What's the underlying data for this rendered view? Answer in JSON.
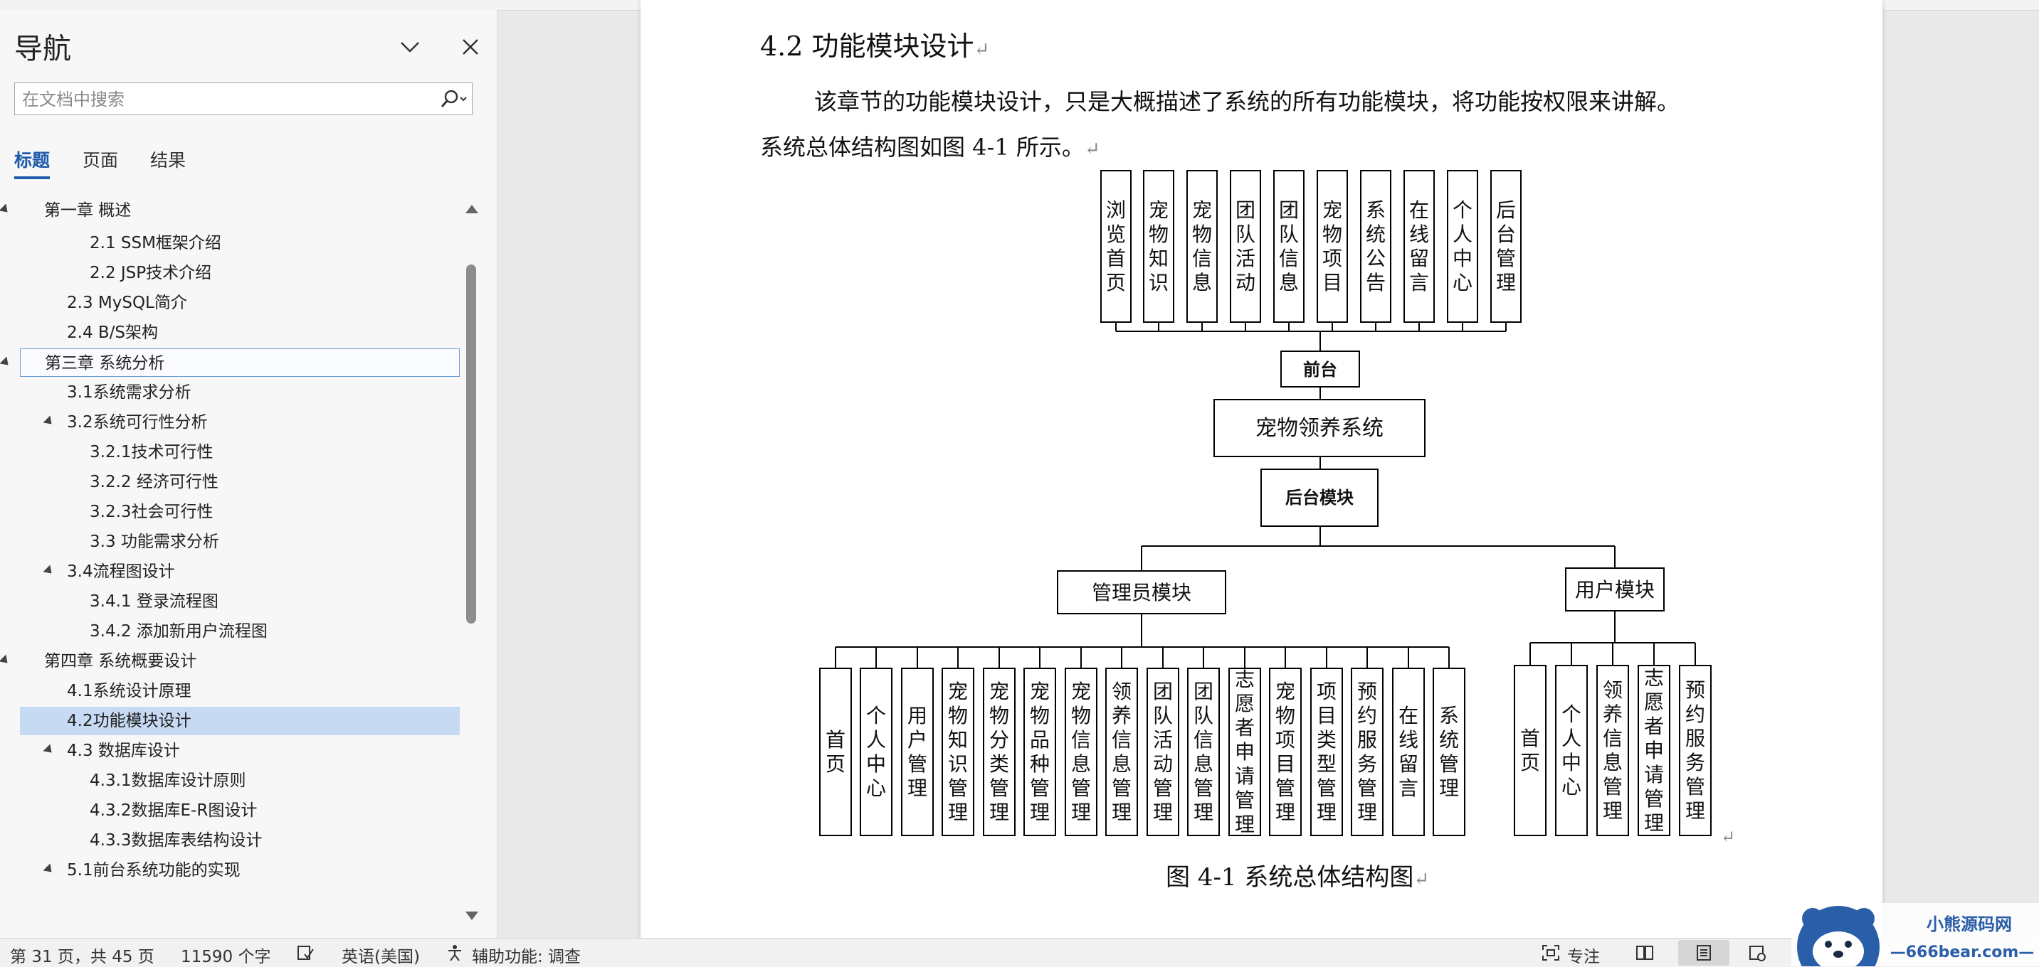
{
  "navigation": {
    "title": "导航",
    "search_placeholder": "在文档中搜索",
    "tabs": [
      "标题",
      "页面",
      "结果"
    ],
    "tree": [
      {
        "label": "第一章 概述",
        "level": 0,
        "expanded": true
      },
      {
        "label": "2.1 SSM框架介绍",
        "level": 2
      },
      {
        "label": "2.2 JSP技术介绍",
        "level": 2
      },
      {
        "label": "2.3 MySQL简介",
        "level": 1
      },
      {
        "label": "2.4 B/S架构",
        "level": 1
      },
      {
        "label": "第三章 系统分析",
        "level": 0,
        "expanded": true,
        "state": "outlined"
      },
      {
        "label": "3.1系统需求分析",
        "level": 1
      },
      {
        "label": "3.2系统可行性分析",
        "level": 1,
        "expanded": true
      },
      {
        "label": "3.2.1技术可行性",
        "level": 2
      },
      {
        "label": "3.2.2 经济可行性",
        "level": 2
      },
      {
        "label": "3.2.3社会可行性",
        "level": 2
      },
      {
        "label": "3.3 功能需求分析",
        "level": 2
      },
      {
        "label": "3.4流程图设计",
        "level": 1,
        "expanded": true
      },
      {
        "label": "3.4.1 登录流程图",
        "level": 2
      },
      {
        "label": "3.4.2 添加新用户流程图",
        "level": 2
      },
      {
        "label": "第四章 系统概要设计",
        "level": 0,
        "expanded": true
      },
      {
        "label": "4.1系统设计原理",
        "level": 1
      },
      {
        "label": "4.2功能模块设计",
        "level": 1,
        "state": "selected"
      },
      {
        "label": "4.3 数据库设计",
        "level": 1,
        "expanded": true
      },
      {
        "label": "4.3.1数据库设计原则",
        "level": 2
      },
      {
        "label": "4.3.2数据库E-R图设计",
        "level": 2
      },
      {
        "label": "4.3.3数据库表结构设计",
        "level": 2
      },
      {
        "label": "5.1前台系统功能的实现",
        "level": 1,
        "expanded": true
      }
    ]
  },
  "document": {
    "heading": "4.2 功能模块设计",
    "paragraph_line1": "该章节的功能模块设计，只是大概描述了系统的所有功能模块，将功能按权限来讲解。",
    "paragraph_line2": "系统总体结构图如图 4-1 所示。",
    "caption": "图 4-1  系统总体结构图"
  },
  "diagram": {
    "root": "宠物领养系统",
    "frontend_label": "前台",
    "backend_label": "后台模块",
    "frontend_modules": [
      "浏览首页",
      "宠物知识",
      "宠物信息",
      "团队活动",
      "团队信息",
      "宠物项目",
      "系统公告",
      "在线留言",
      "个人中心",
      "后台管理"
    ],
    "admin_module": "管理员模块",
    "user_module": "用户模块",
    "admin_functions": [
      "首页",
      "个人中心",
      "用户管理",
      "宠物知识管理",
      "宠物分类管理",
      "宠物品种管理",
      "宠物信息管理",
      "领养信息管理",
      "团队活动管理",
      "团队信息管理",
      "志愿者申请管理",
      "宠物项目管理",
      "项目类型管理",
      "预约服务管理",
      "在线留言",
      "系统管理"
    ],
    "user_functions": [
      "首页",
      "个人中心",
      "领养信息管理",
      "志愿者申请管理",
      "预约服务管理"
    ]
  },
  "statusbar": {
    "page_info": "第 31 页，共 45 页",
    "word_count": "11590 个字",
    "language": "英语(美国)",
    "accessibility": "辅助功能: 调查",
    "focus_label": "专注"
  },
  "watermark": {
    "site_name": "小熊源码网",
    "domain": "—666bear.com—"
  }
}
